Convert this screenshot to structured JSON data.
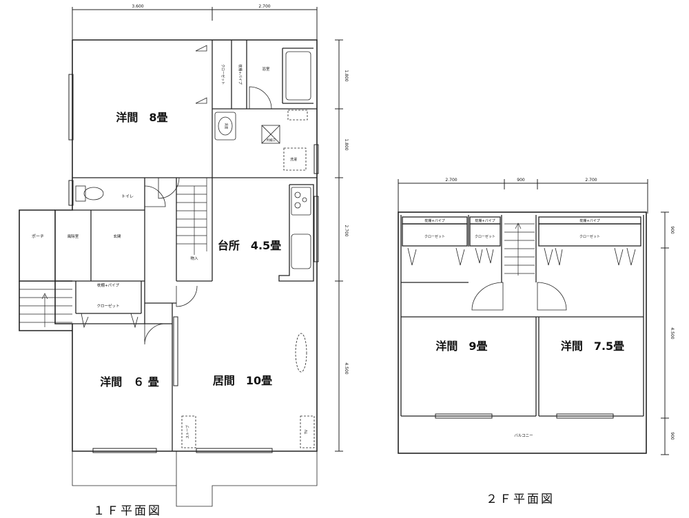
{
  "floor1": {
    "caption": "１Ｆ平面図",
    "dims_top": [
      "3.600",
      "2.700"
    ],
    "dims_right": [
      "1.800",
      "1.800",
      "2.700",
      "4.500"
    ],
    "rooms": {
      "western_8": "洋間　8畳",
      "kitchen": "台所　4.5畳",
      "living": "居間　10畳",
      "western_6": "洋間　６ 畳",
      "bath": "浴室",
      "washroom": "洗面",
      "laundry": "洗濯",
      "inspection": "点検口",
      "toilet": "トイレ",
      "porch": "ポーチ",
      "storage": "風除室",
      "entrance": "玄関",
      "closet_storage": "物入",
      "stove": "ストーブ",
      "tv": "TV"
    },
    "closet_a": "クローゼット",
    "closet_a_shelf": "枕棚+パイプ",
    "closet_b": "クローゼット",
    "closet_b_shelf": "枕棚+パイプ"
  },
  "floor2": {
    "caption": "２Ｆ平面図",
    "dims_top": [
      "2.700",
      "900",
      "2.700"
    ],
    "dims_right": [
      "900",
      "4.500",
      "900"
    ],
    "rooms": {
      "western_9": "洋間　9畳",
      "western_75": "洋間　7.5畳",
      "balcony": "バルコニー"
    },
    "closets": [
      {
        "label": "クローゼット",
        "shelf": "枕棚+パイプ"
      },
      {
        "label": "クローゼット",
        "shelf": "枕棚+パイプ"
      },
      {
        "label": "クローゼット",
        "shelf": "枕棚+パイプ"
      }
    ]
  }
}
